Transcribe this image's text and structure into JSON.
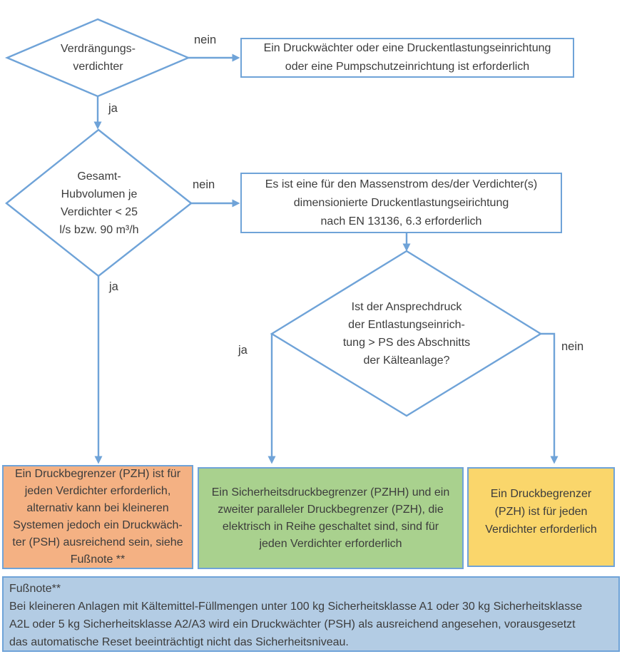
{
  "colors": {
    "line": "#6fa3d8",
    "text": "#3c3c3c",
    "orange_fill": "#f4b183",
    "green_fill": "#a9d18e",
    "yellow_fill": "#fad66b",
    "footnote_fill": "#b3cce4"
  },
  "diamonds": {
    "displacement_compressor": {
      "text": "Verdrängungs-\nverdichter"
    },
    "swept_volume": {
      "text": "Gesamt-\nHubvolumen je\nVerdichter < 25\nl/s bzw. 90 m³/h"
    },
    "set_pressure": {
      "text": "Ist der Ansprechdruck\nder Entlastungseinrich-\ntung > PS des Abschnitts\nder Kälteanlage?"
    }
  },
  "boxes": {
    "pressure_switch_required": {
      "text": "Ein Druckwächter oder eine Druckentlastungseinrichtung\noder eine Pumpschutzeinrichtung ist erforderlich"
    },
    "relief_device_required": {
      "text": "Es ist eine für den Massenstrom des/der Verdichter(s)\ndimensionierte Druckentlastungseirichtung\nnach EN 13136, 6.3 erforderlich"
    },
    "pzh_alternative": {
      "text": "Ein Druckbegrenzer (PZH) ist für\njeden Verdichter erforderlich,\nalternativ kann bei kleineren\nSystemen jedoch ein Druckwäch-\nter (PSH) ausreichend sein, siehe\nFußnote **"
    },
    "pzhh_pzh_series": {
      "text": "Ein Sicherheitsdruckbegrenzer (PZHH) und ein\nzweiter paralleler Druckbegrenzer (PZH), die\nelektrisch in Reihe geschaltet sind, sind für\njeden Verdichter erforderlich"
    },
    "pzh_each_compressor": {
      "text": "Ein Druckbegrenzer\n(PZH) ist für jeden\nVerdichter erforderlich"
    },
    "footnote": {
      "text": "Fußnote**\nBei kleineren Anlagen mit Kältemittel-Füllmengen unter 100 kg  Sicherheitsklasse A1 oder 30 kg Sicherheitsklasse\nA2L oder 5 kg Sicherheitsklasse A2/A3 wird ein Druckwächter (PSH) als ausreichend angesehen, vorausgesetzt\ndas automatische Reset beeinträchtigt nicht das Sicherheitsniveau."
    }
  },
  "edge_labels": {
    "d1_no": "nein",
    "d1_yes": "ja",
    "d2_no": "nein",
    "d2_yes": "ja",
    "d3_yes": "ja",
    "d3_no": "nein"
  }
}
